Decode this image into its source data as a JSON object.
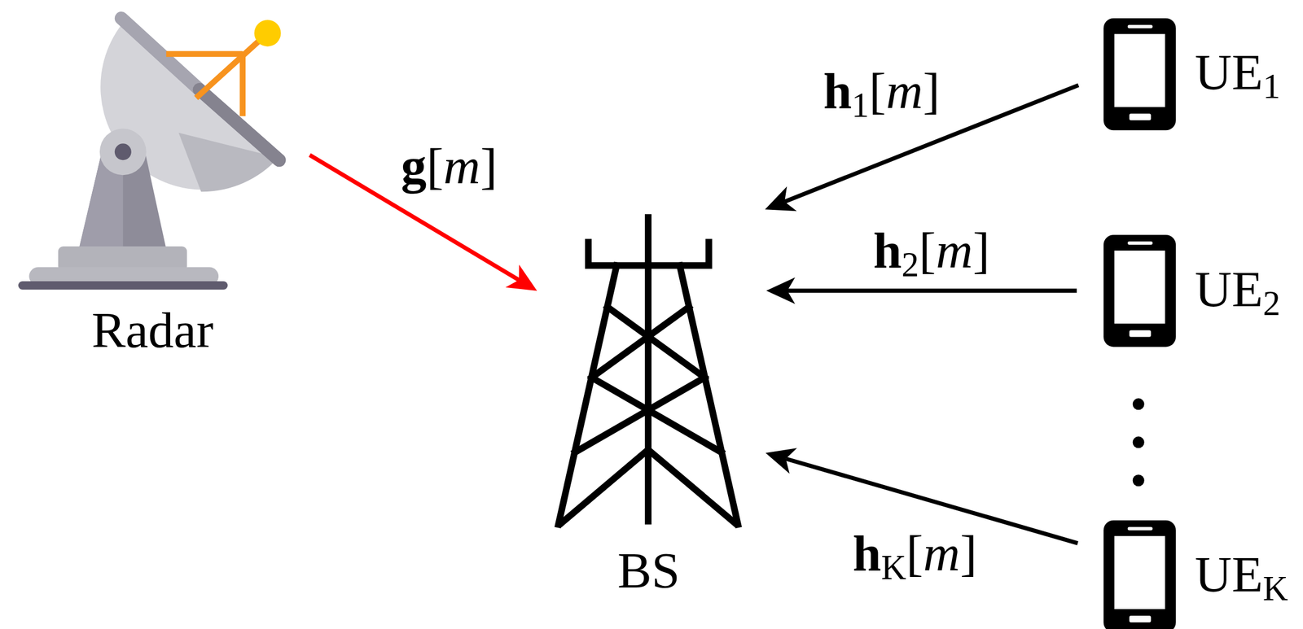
{
  "diagram": {
    "nodes": [
      {
        "text": [
          "Radar"
        ]
      },
      {
        "text": [
          "BS"
        ]
      },
      {
        "text": [
          "UE1"
        ]
      },
      {
        "text": [
          "UE2"
        ]
      },
      {
        "text": [
          "UEK"
        ]
      }
    ],
    "edges": [
      {
        "from": 0,
        "to": 1,
        "arrow": "to",
        "label": "g[m]"
      },
      {
        "from": 2,
        "to": 1,
        "arrow": "to",
        "label": "h1[m]"
      },
      {
        "from": 3,
        "to": 1,
        "arrow": "to",
        "label": "h2[m]"
      },
      {
        "from": 4,
        "to": 1,
        "arrow": "to",
        "label": "hK[m]"
      }
    ]
  }
}
